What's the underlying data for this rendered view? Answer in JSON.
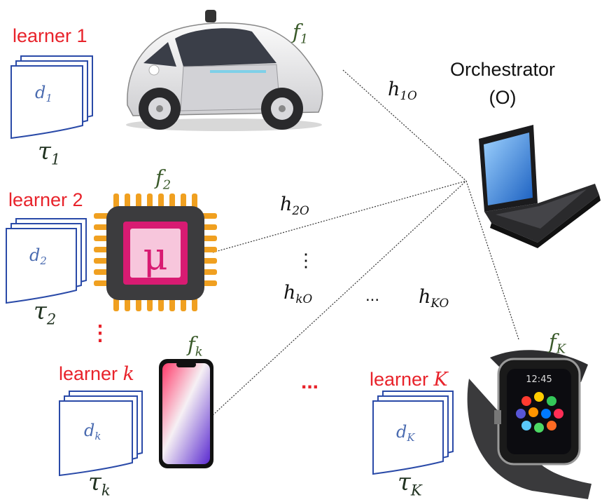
{
  "learners": [
    {
      "label_prefix": "learner ",
      "label_index": "1",
      "data": "d",
      "data_sub": "1",
      "tau": "τ",
      "tau_sub": "1",
      "func": "f",
      "func_sub": "1"
    },
    {
      "label_prefix": "learner ",
      "label_index": "2",
      "data": "d",
      "data_sub": "2",
      "tau": "τ",
      "tau_sub": "2",
      "func": "f",
      "func_sub": "2"
    },
    {
      "label_prefix": "learner ",
      "label_index": "k",
      "data": "d",
      "data_sub": "k",
      "tau": "τ",
      "tau_sub": "k",
      "func": "f",
      "func_sub": "k"
    },
    {
      "label_prefix": "learner ",
      "label_index": "K",
      "data": "d",
      "data_sub": "K",
      "tau": "τ",
      "tau_sub": "K",
      "func": "f",
      "func_sub": "K"
    }
  ],
  "links": [
    {
      "h": "h",
      "sub": "1O"
    },
    {
      "h": "h",
      "sub": "2O"
    },
    {
      "h": "h",
      "sub": "kO"
    },
    {
      "h": "h",
      "sub": "KO"
    }
  ],
  "orchestrator": {
    "line1": "Orchestrator",
    "line2": "(O)"
  },
  "ellipses": {
    "vertical_black": "⋮",
    "vertical_red": "⋮",
    "horizontal_black": "...",
    "horizontal_red": "..."
  },
  "colors": {
    "label_red": "#e8232b",
    "data_blue": "#4a6bb0",
    "func_green": "#3a5a2a"
  },
  "icons": [
    "self-driving-car",
    "microcontroller-chip",
    "smartphone",
    "smartwatch",
    "laptop",
    "document-stack"
  ]
}
